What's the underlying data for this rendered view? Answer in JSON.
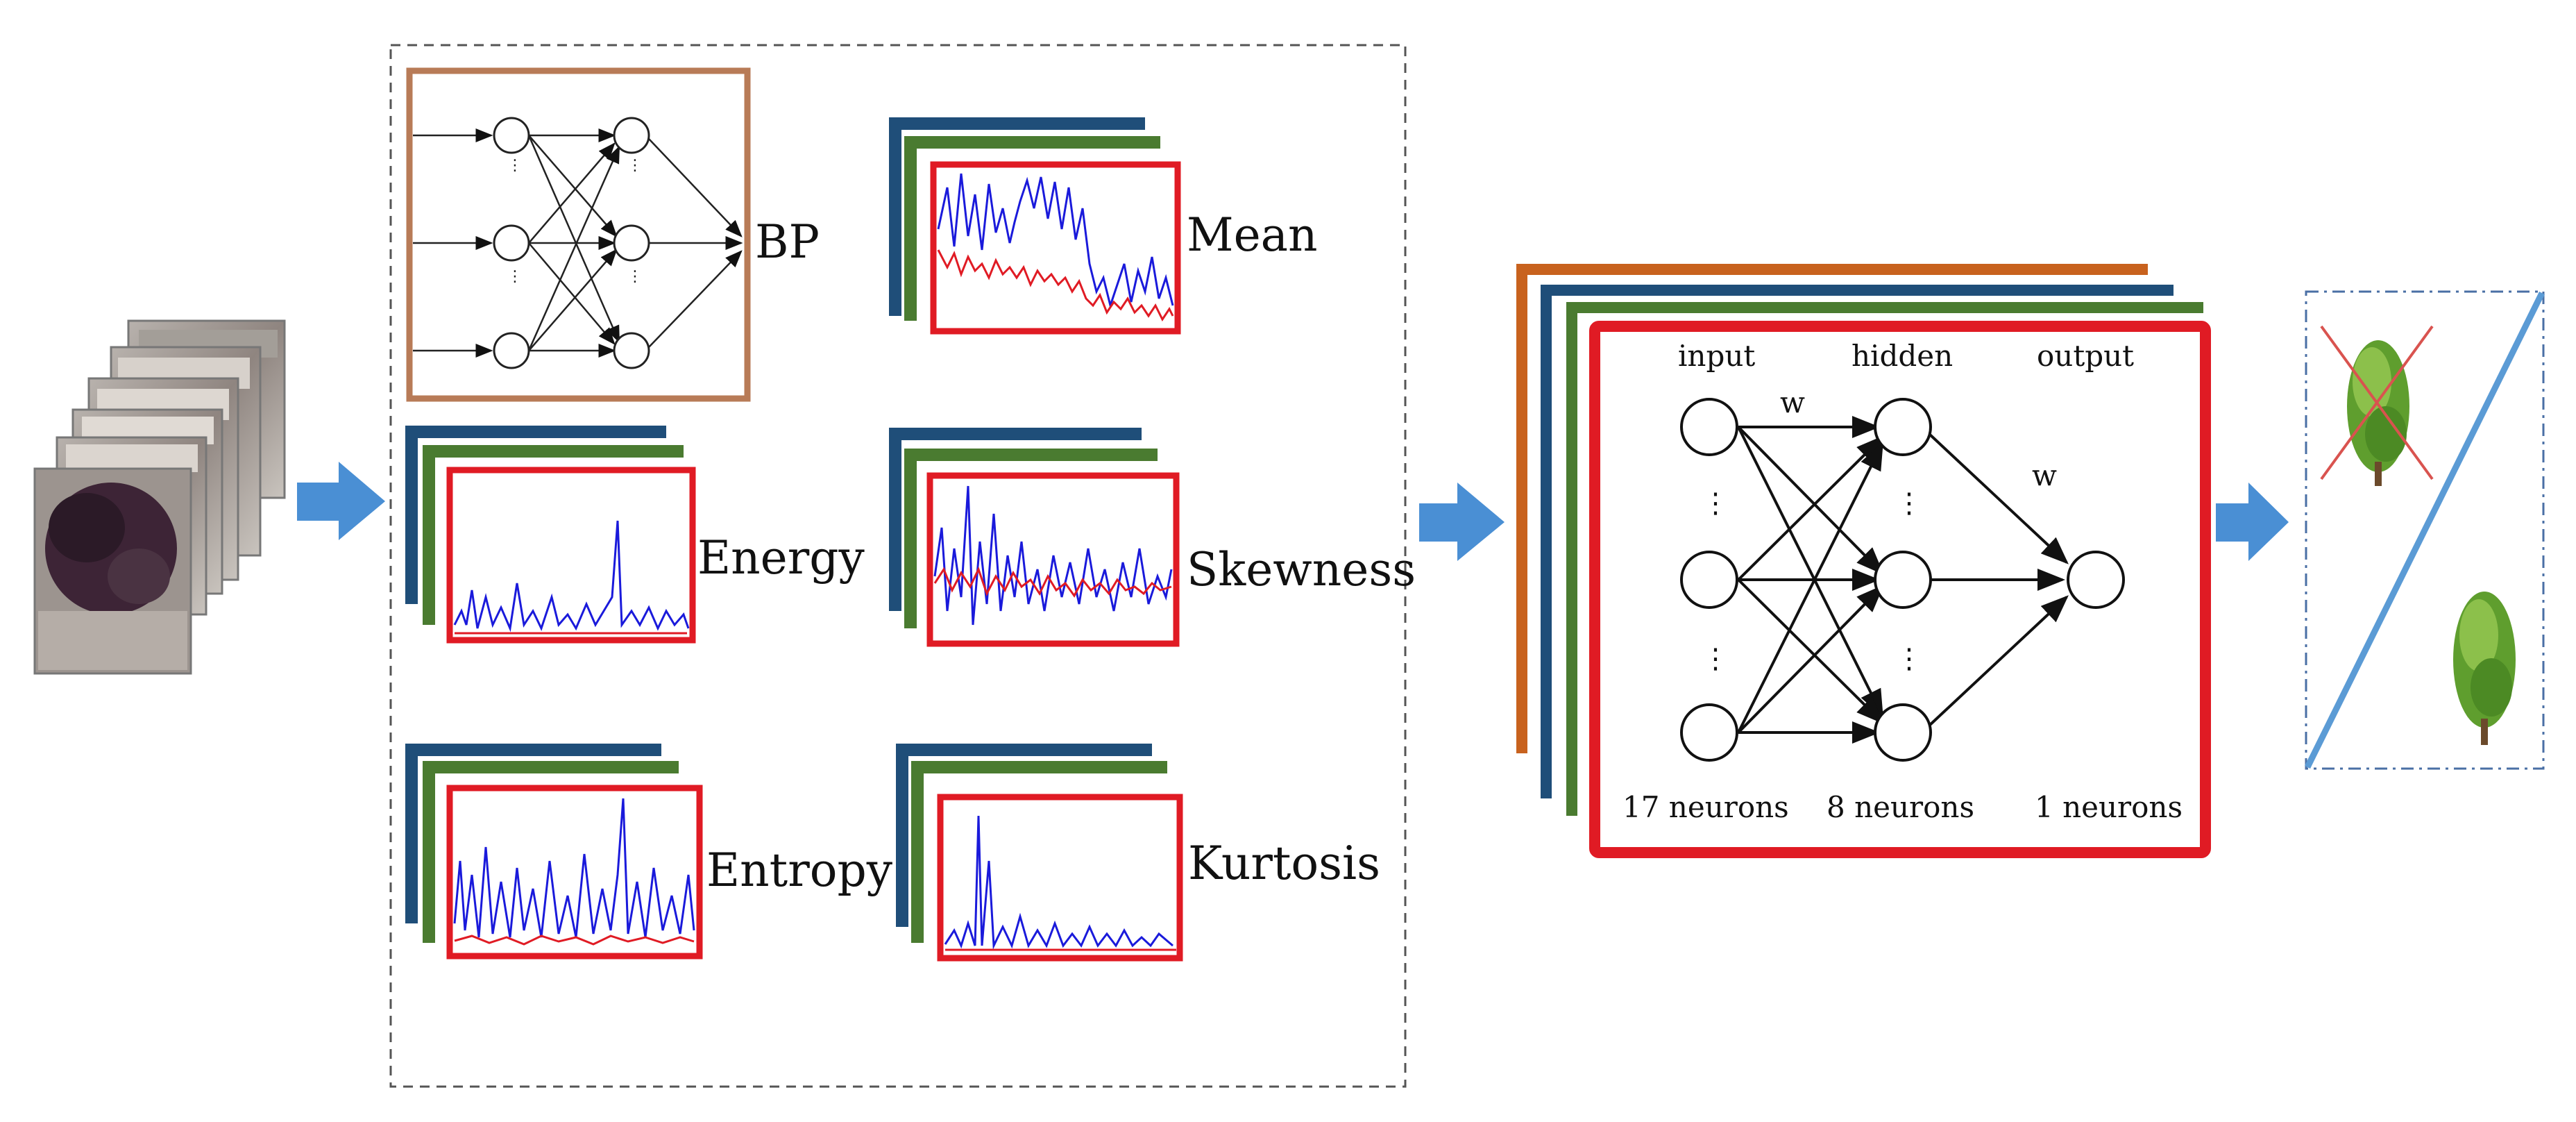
{
  "features": {
    "bp": "BP",
    "mean": "Mean",
    "energy": "Energy",
    "skewness": "Skewness",
    "entropy": "Entropy",
    "kurtosis": "Kurtosis"
  },
  "network": {
    "input_title": "input",
    "hidden_title": "hidden",
    "output_title": "output",
    "weight_label_1": "w",
    "weight_label_2": "w",
    "input_count": "17 neurons",
    "hidden_count": "8 neurons",
    "output_count": "1 neurons"
  },
  "colors": {
    "arrow": "#4a8fd4",
    "card_orange": "#c8621e",
    "card_blue": "#1f4e79",
    "card_green": "#4a7b30",
    "card_red": "#e01b24",
    "bp_frame": "#b87b57",
    "signal_blue": "#1a1adb",
    "signal_red": "#e01b24",
    "divider_line": "#5b9bd5",
    "tree_green": "#5f9e2e"
  },
  "icons": [
    "arrow-right-icon",
    "tree-icon",
    "cross-icon"
  ]
}
